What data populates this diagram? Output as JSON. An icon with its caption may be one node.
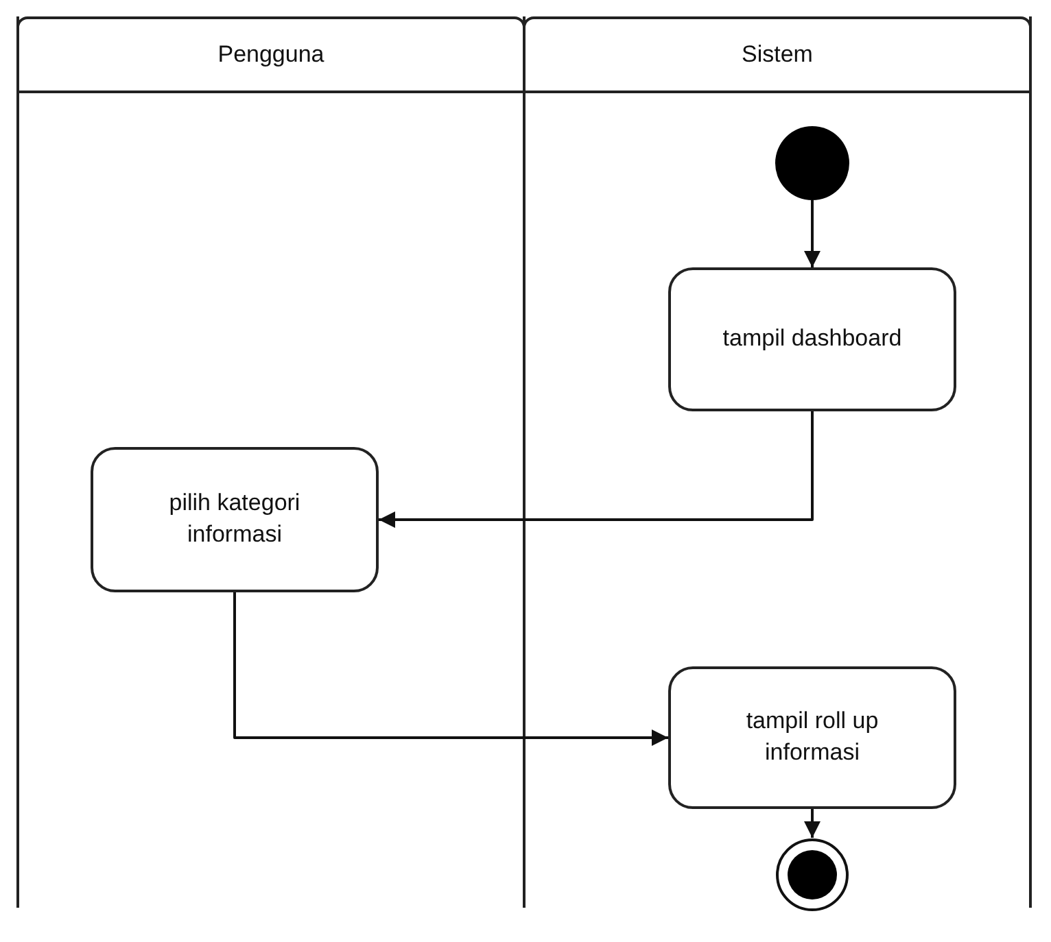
{
  "diagram": {
    "nodes": [
      {
        "text": [
          "Pengguna"
        ]
      },
      {
        "text": [
          "Sistem"
        ]
      },
      {
        "text": [],
        "shape": "circle",
        "in": 1
      },
      {
        "text": [
          "tampil dashboard"
        ],
        "in": 1
      },
      {
        "text": [
          "pilih kategori informasi"
        ],
        "in": 0
      },
      {
        "text": [
          "tampil roll up informasi"
        ],
        "in": 1
      },
      {
        "text": [],
        "shape": "circle",
        "in": 1
      }
    ],
    "edges": [
      {
        "from": 2,
        "to": 3,
        "arrow": "to"
      },
      {
        "from": 3,
        "to": 4,
        "arrow": "to"
      },
      {
        "from": 4,
        "to": 5,
        "arrow": "to"
      },
      {
        "from": 5,
        "to": 6,
        "arrow": "to"
      }
    ]
  }
}
